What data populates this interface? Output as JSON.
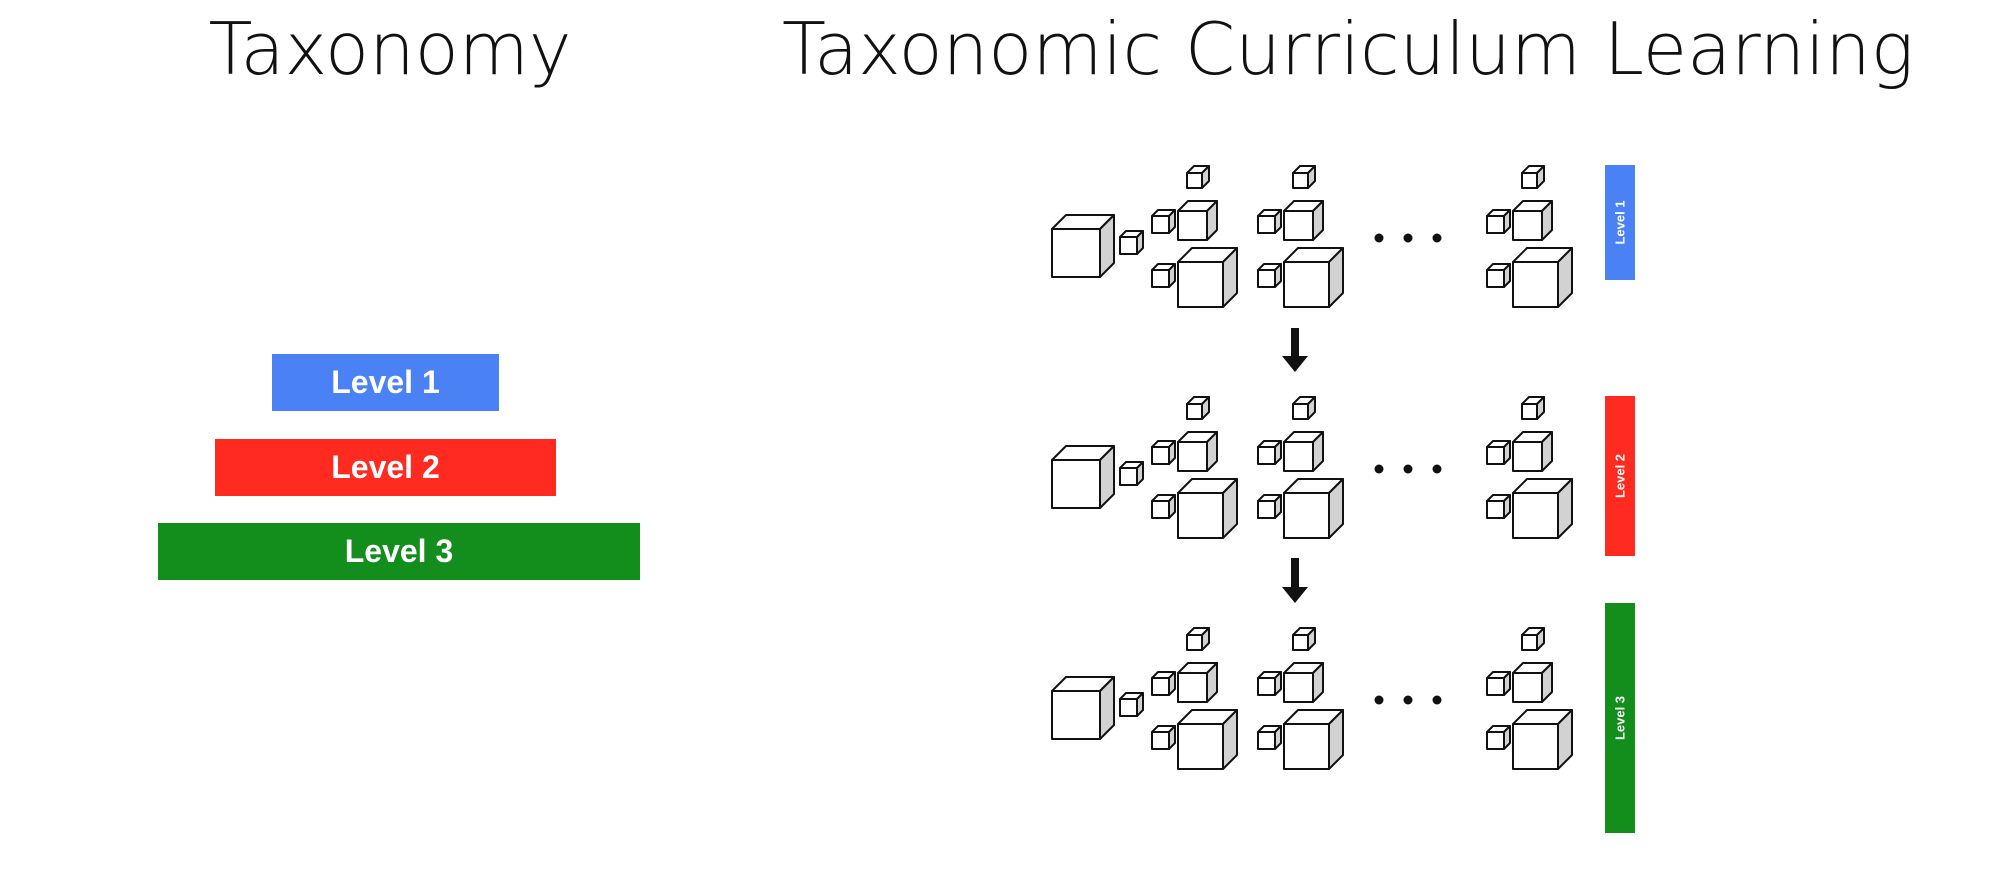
{
  "taxonomy": {
    "title": "Taxonomy",
    "levels": [
      {
        "label": "Level 1",
        "color": "#4a82f5"
      },
      {
        "label": "Level 2",
        "color": "#ff2a20"
      },
      {
        "label": "Level 3",
        "color": "#138d1b"
      }
    ]
  },
  "curriculum": {
    "title": "Taxonomic Curriculum Learning",
    "ellipsis": "...",
    "stages": [
      {
        "label": "Level 1",
        "color": "#4a82f5",
        "icon": "cube-cluster-icon"
      },
      {
        "label": "Level 2",
        "color": "#ff2a20",
        "icon": "cube-cluster-icon"
      },
      {
        "label": "Level 3",
        "color": "#138d1b",
        "icon": "cube-cluster-icon"
      }
    ],
    "arrow_icon": "down-arrow-icon"
  }
}
